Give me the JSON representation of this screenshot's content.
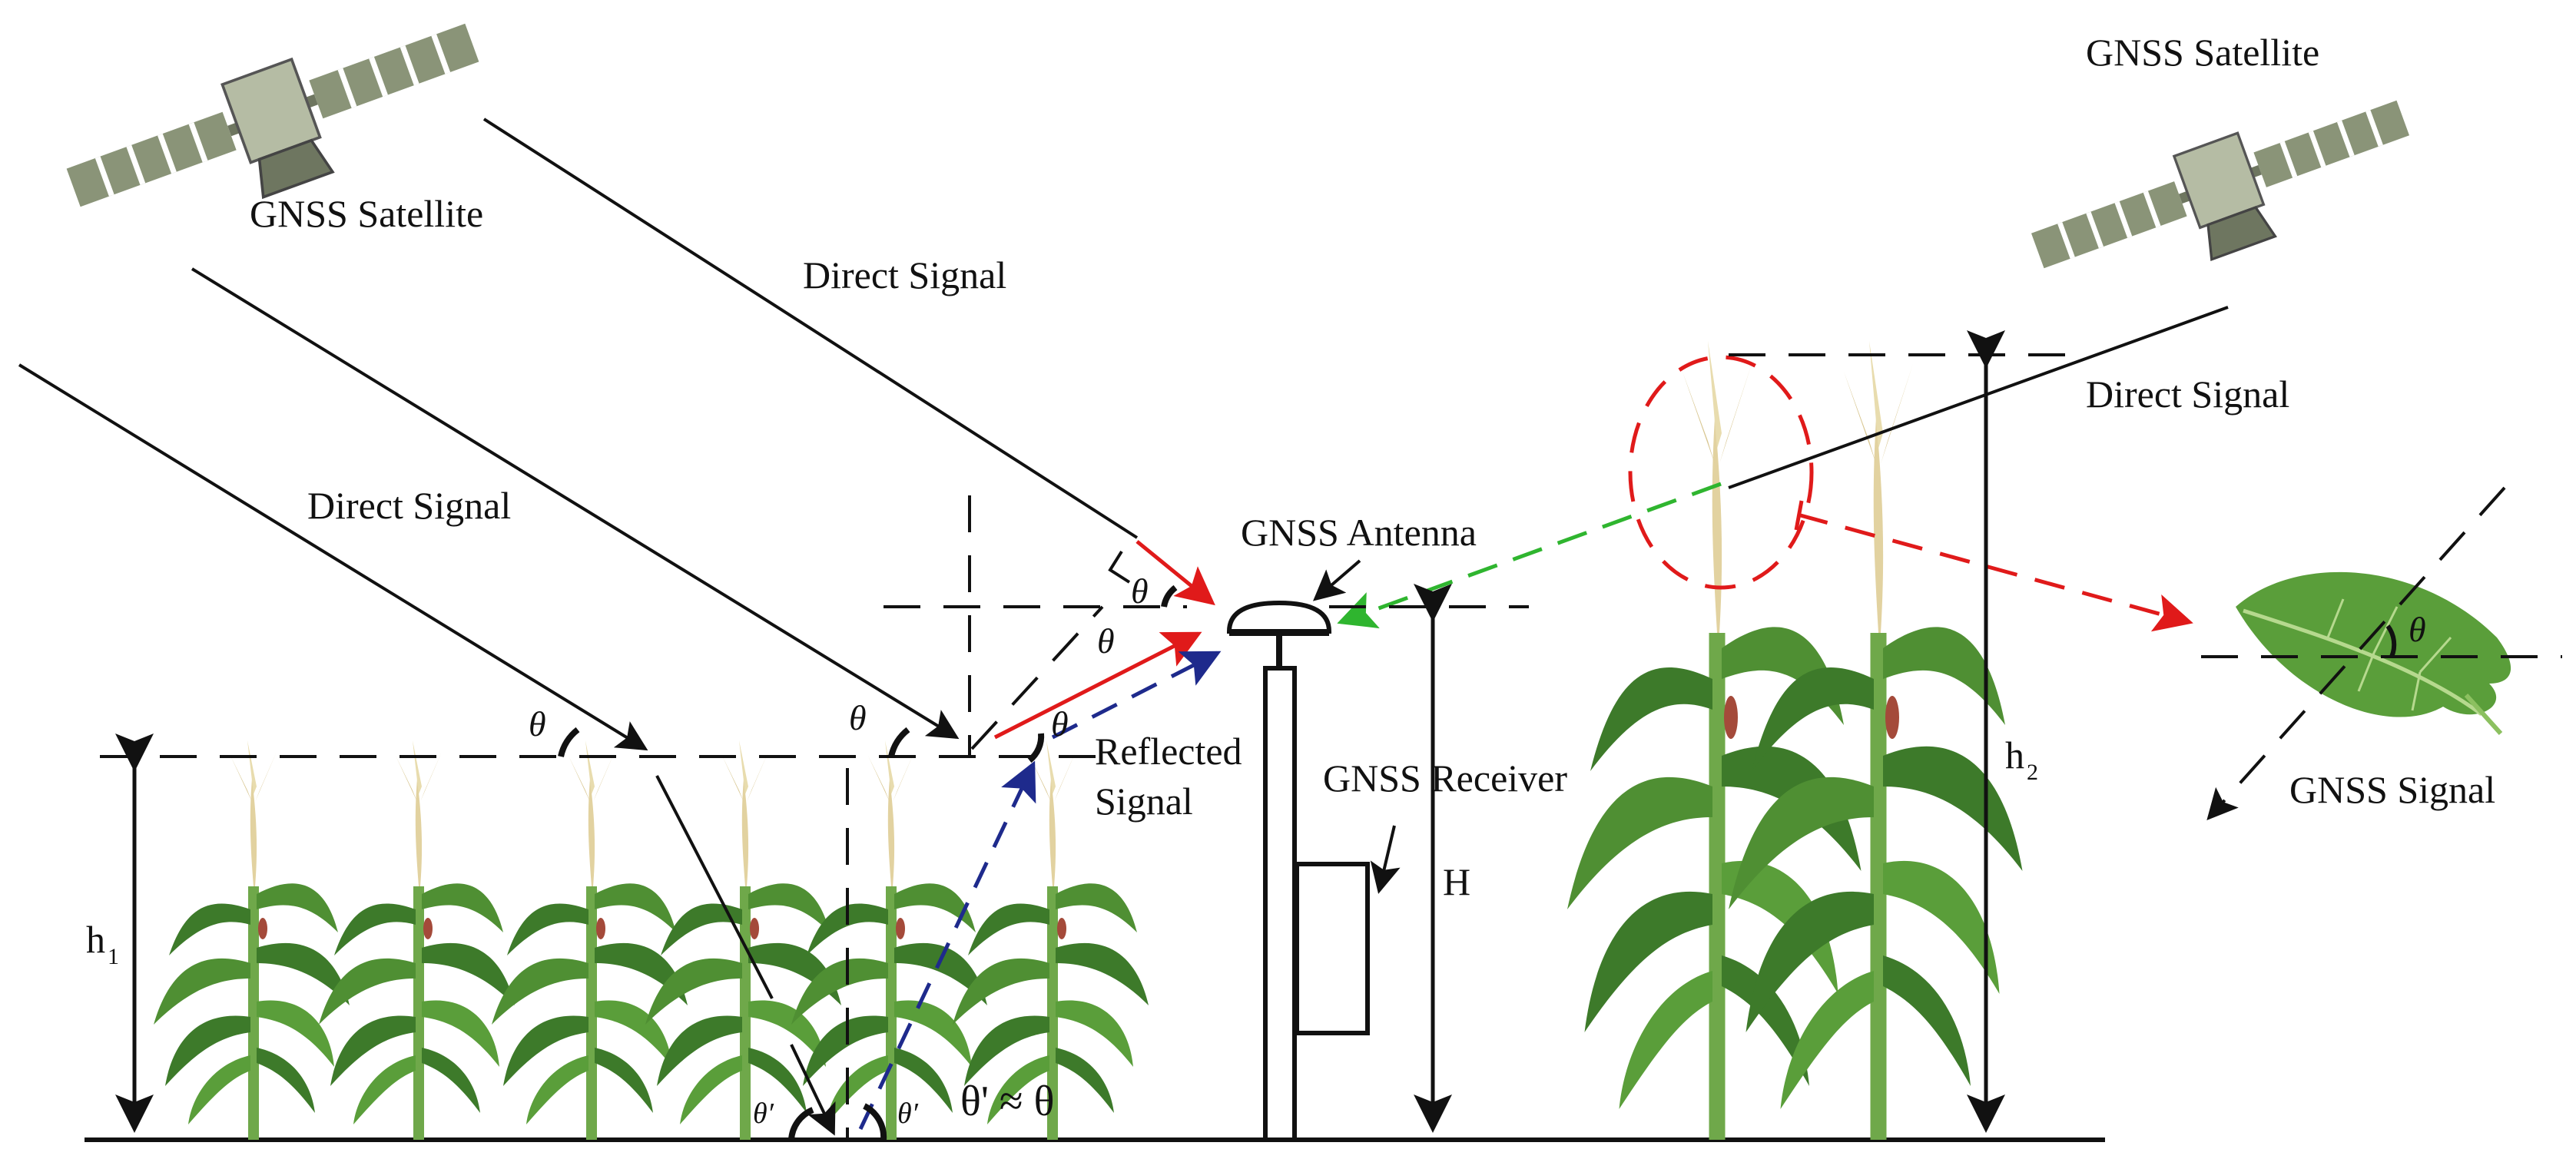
{
  "labels": {
    "satellite_left": "GNSS Satellite",
    "satellite_right": "GNSS Satellite",
    "direct_signal_1": "Direct Signal",
    "direct_signal_2": "Direct Signal",
    "direct_signal_3": "Direct Signal",
    "antenna": "GNSS Antenna",
    "receiver": "GNSS Receiver",
    "reflected_line1": "Reflected",
    "reflected_line2": "Signal",
    "gnss_signal": "GNSS Signal",
    "height_H": "H",
    "height_h1": "h",
    "height_h1_sub": "1",
    "height_h2": "h",
    "height_h2_sub": "2",
    "theta": "θ",
    "theta_prime": "θ′",
    "approx_relation": "θ' ≈ θ"
  },
  "icons": [
    "satellite-icon",
    "corn-plant-icon",
    "leaf-icon",
    "antenna-icon"
  ],
  "colors": {
    "line": "#111111",
    "red_arrow": "#e01a1a",
    "blue_arrow": "#1e2a8c",
    "green_arrow": "#2fb52f",
    "panel": "#8a9478",
    "plant_dark": "#3d7a2a",
    "plant_light": "#74b04a",
    "tassel": "#e2d2a0",
    "leaf": "#5a9e3a"
  }
}
